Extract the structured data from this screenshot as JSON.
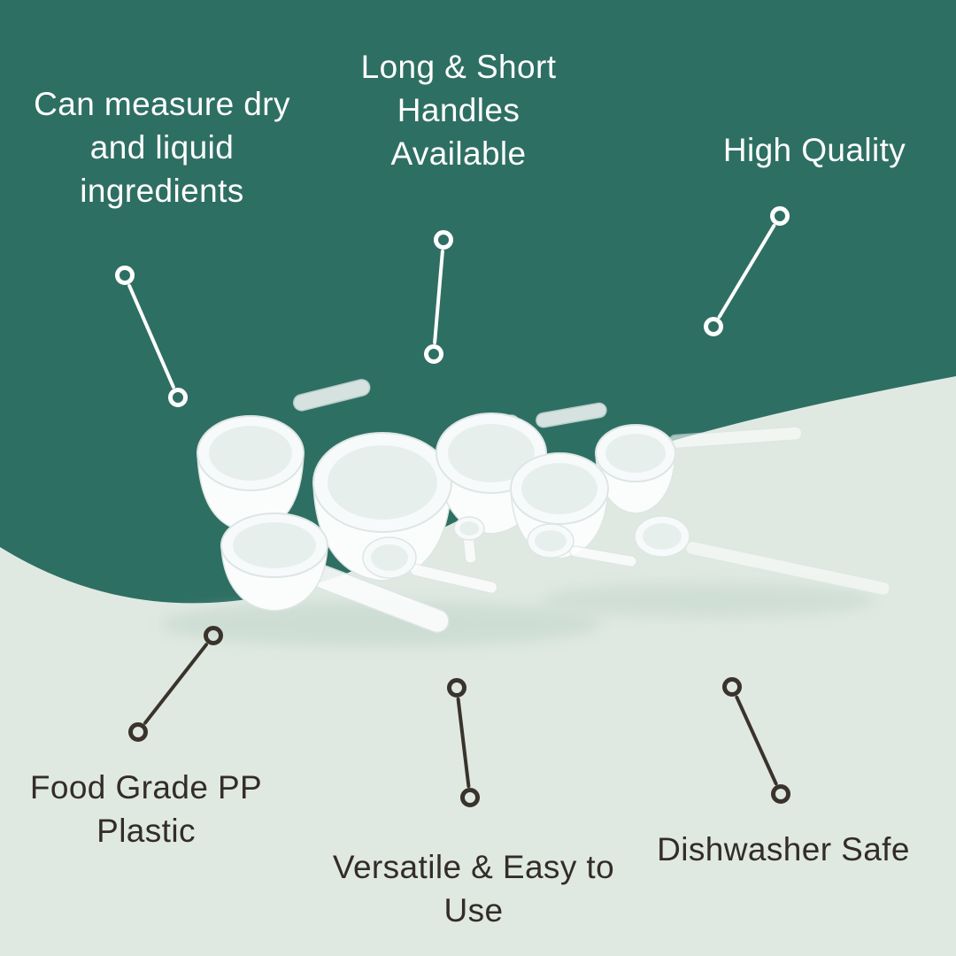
{
  "colors": {
    "bg-dark": "#2e6f63",
    "bg-light": "#dfe9e2",
    "text-light": "#ffffff",
    "text-dark": "#332c27",
    "pin-light": "#ffffff",
    "pin-dark": "#3a332c"
  },
  "product": {
    "subject": "white-plastic-measuring-scoops-set"
  },
  "callouts": [
    {
      "id": "measure",
      "theme": "light",
      "lines": [
        "Can measure dry",
        "and liquid",
        "ingredients"
      ]
    },
    {
      "id": "handles",
      "theme": "light",
      "lines": [
        "Long & Short",
        "Handles",
        "Available"
      ]
    },
    {
      "id": "quality",
      "theme": "light",
      "lines": [
        "High Quality"
      ]
    },
    {
      "id": "foodgrade",
      "theme": "dark",
      "lines": [
        "Food Grade PP",
        "Plastic"
      ]
    },
    {
      "id": "versatile",
      "theme": "dark",
      "lines": [
        "Versatile & Easy to",
        "Use"
      ]
    },
    {
      "id": "dishwasher",
      "theme": "dark",
      "lines": [
        "Dishwasher Safe"
      ]
    }
  ]
}
